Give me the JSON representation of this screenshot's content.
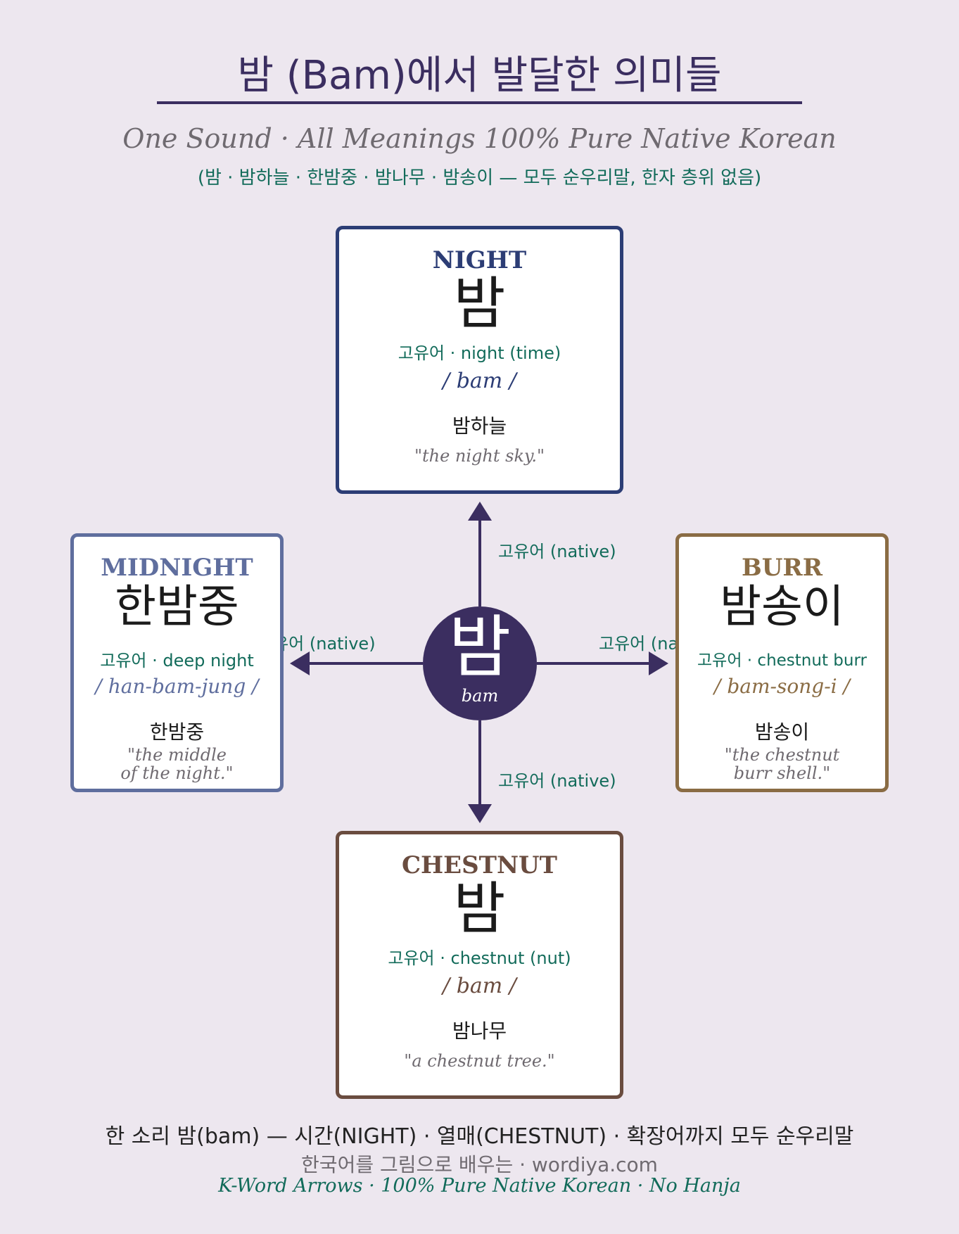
{
  "title": "밤 (Bam)에서 발달한 의미들",
  "subtitle_en": "One Sound · All Meanings 100% Pure Native Korean",
  "subtitle_kr": "(밤 · 밤하늘 · 한밤중 · 밤나무 · 밤송이 — 모두 순우리말, 한자 층위 없음)",
  "hub": {
    "char": "밤",
    "romanization": "bam"
  },
  "edges": {
    "up": "고유어 (native)",
    "down": "고유어 (native)",
    "left": "고유어 (native)",
    "right": "고유어 (native)"
  },
  "cards": {
    "night": {
      "english": "NIGHT",
      "hangul": "밤",
      "native": "고유어 · night (time)",
      "romanization": "/ bam /",
      "example": "밤하늘",
      "translation": "\"the night sky.\""
    },
    "chestnut": {
      "english": "CHESTNUT",
      "hangul": "밤",
      "native": "고유어 · chestnut (nut)",
      "romanization": "/ bam /",
      "example": "밤나무",
      "translation": "\"a chestnut tree.\""
    },
    "midnight": {
      "english": "MIDNIGHT",
      "hangul": "한밤중",
      "native": "고유어 · deep night",
      "romanization": "/ han-bam-jung /",
      "example": "한밤중",
      "translation_line1": "\"the middle",
      "translation_line2": "of the night.\""
    },
    "burr": {
      "english": "BURR",
      "hangul": "밤송이",
      "native": "고유어 · chestnut burr",
      "romanization": "/ bam-song-i /",
      "example": "밤송이",
      "translation_line1": "\"the chestnut",
      "translation_line2": "burr shell.\""
    }
  },
  "footer": {
    "main": "한 소리 밤(bam) — 시간(NIGHT) · 열매(CHESTNUT) · 확장어까지 모두 순우리말",
    "site": "한국어를 그림으로 배우는 · wordiya.com",
    "tagline": "K-Word Arrows · 100% Pure Native Korean · No Hanja"
  },
  "colors": {
    "accent": "#3b2e60",
    "native_green": "#126b5a",
    "night": "#2c3d75",
    "chestnut": "#6a4c3f",
    "midnight": "#5f6e9e",
    "burr": "#8a6c44"
  }
}
